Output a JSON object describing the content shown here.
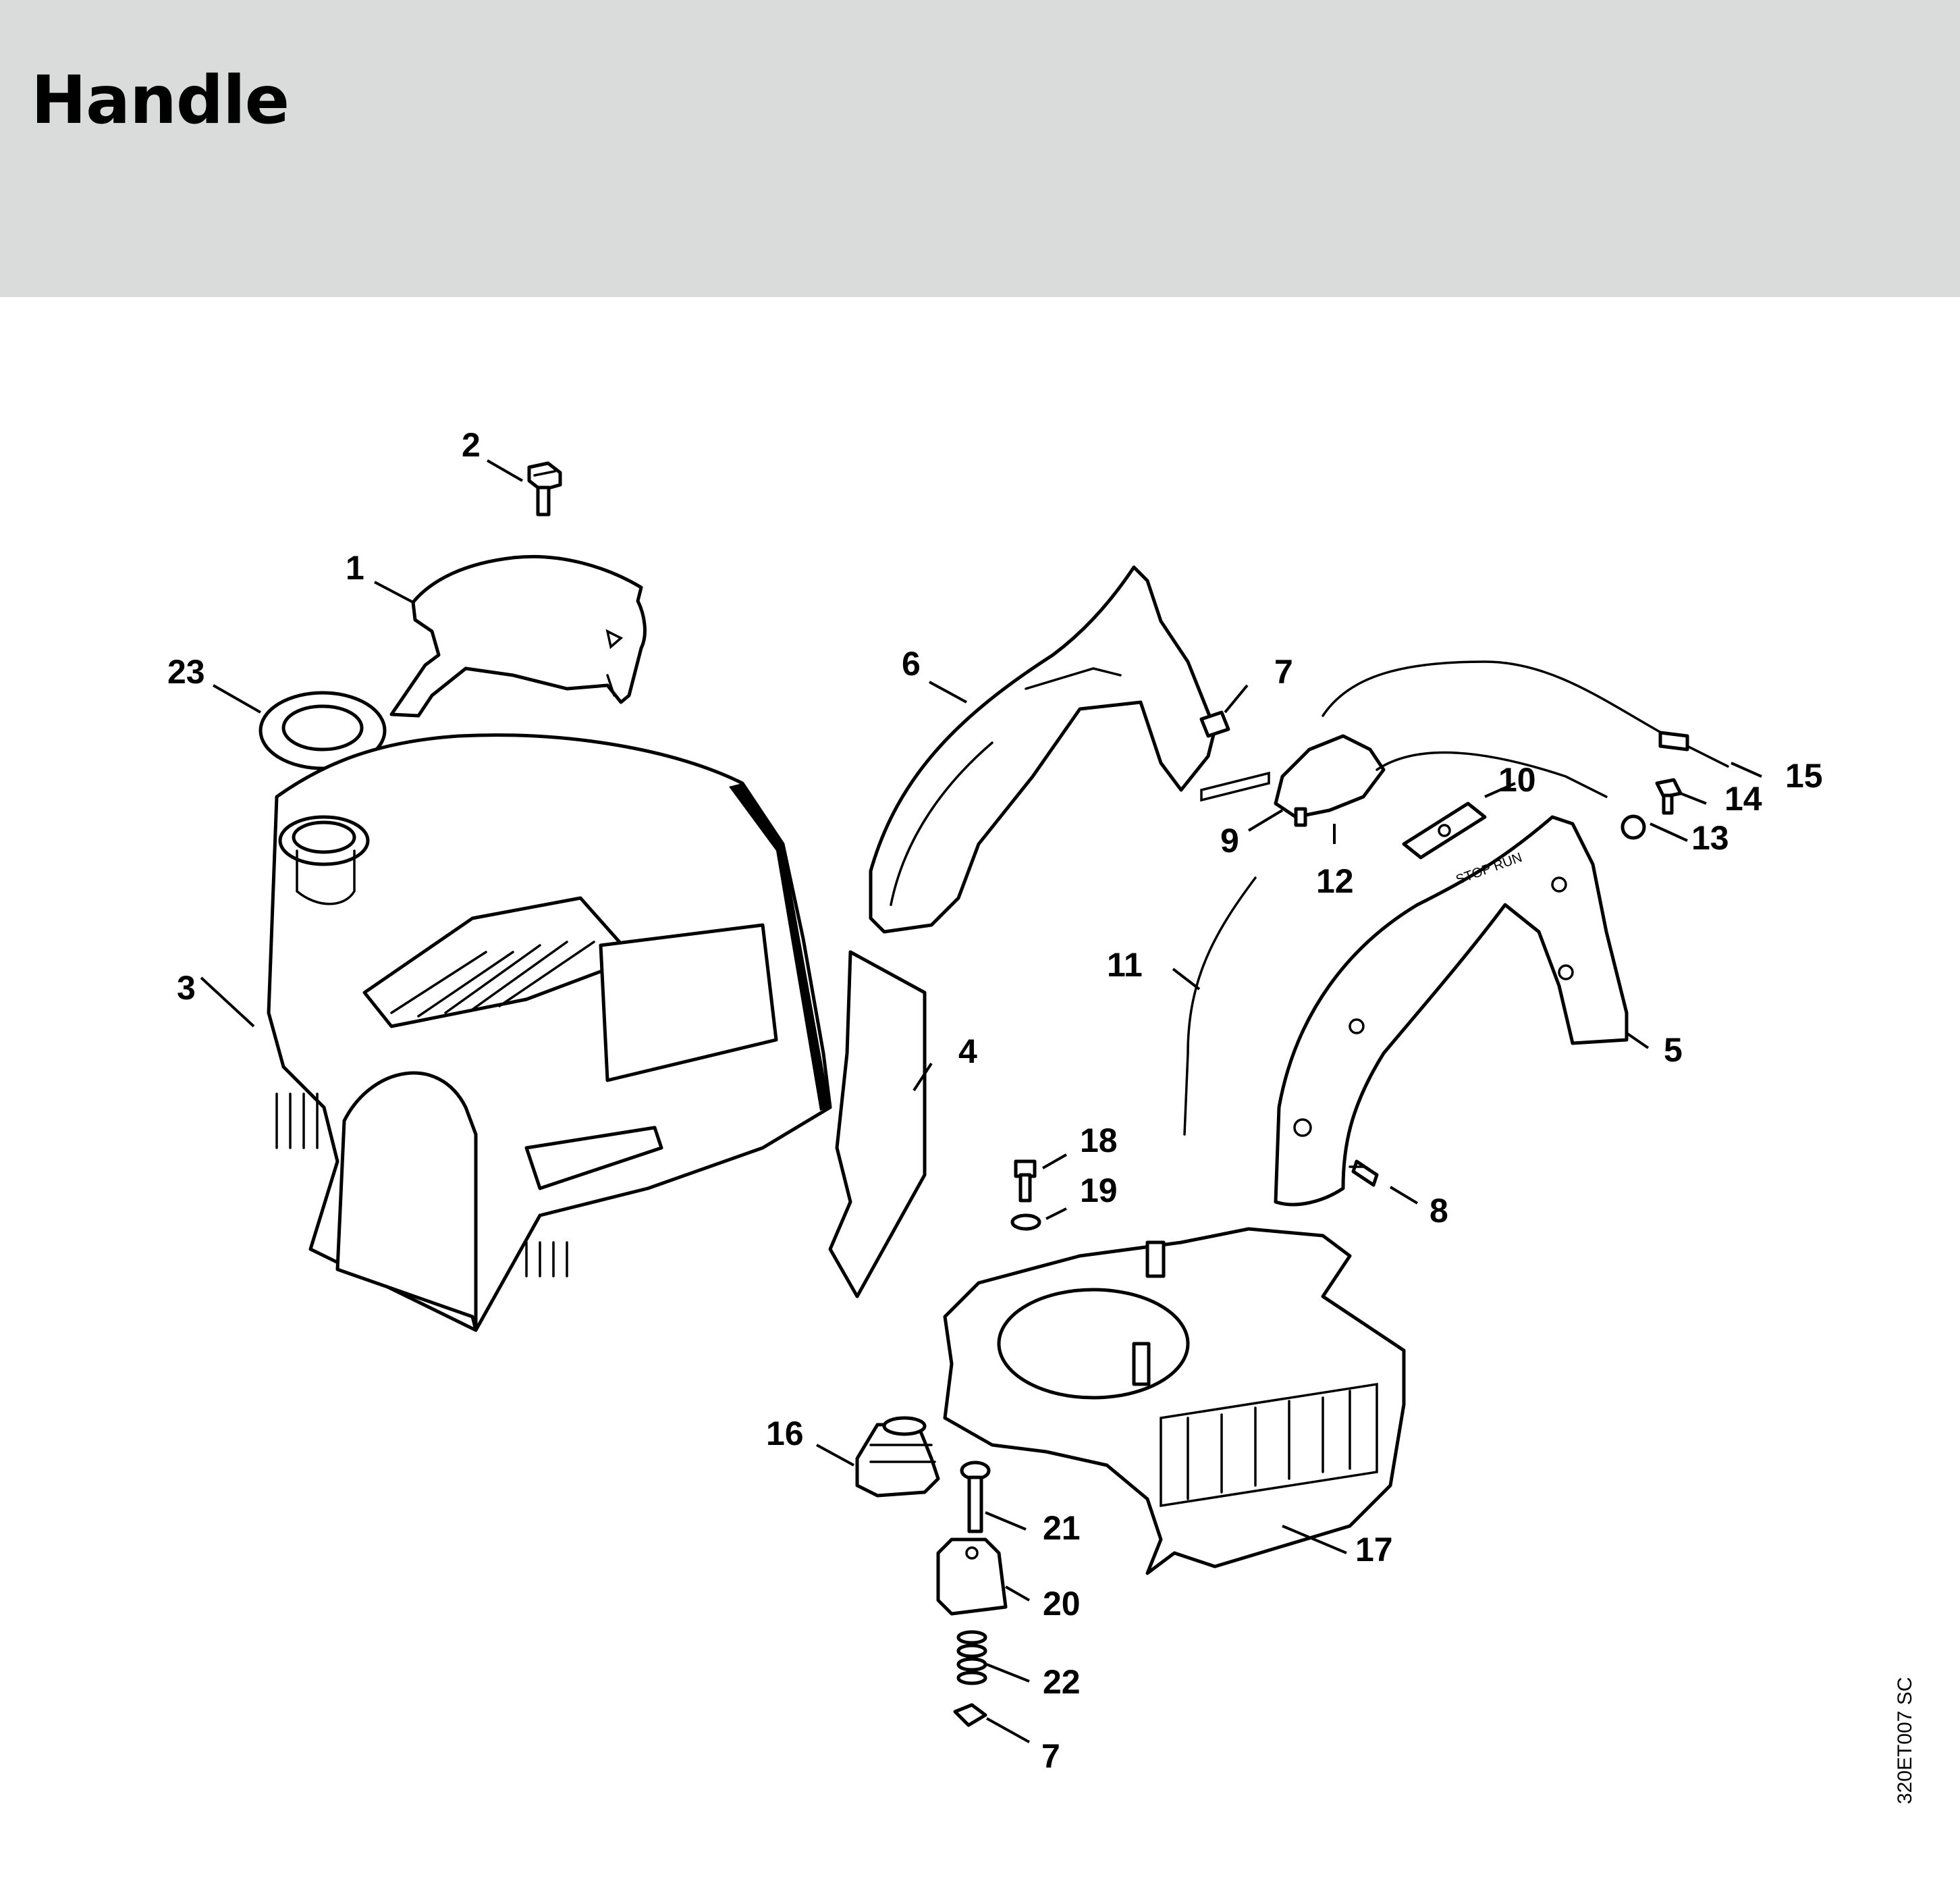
{
  "header": {
    "title": "Handle",
    "background": "#dadcdb"
  },
  "diagram": {
    "drawing_code": "320ET007 SC",
    "switch_label": "STOP RUN",
    "callouts": {
      "c1": "1",
      "c2": "2",
      "c3": "3",
      "c4": "4",
      "c5": "5",
      "c6": "6",
      "c7a": "7",
      "c7b": "7",
      "c8": "8",
      "c9": "9",
      "c10": "10",
      "c11": "11",
      "c12": "12",
      "c13": "13",
      "c14": "14",
      "c15": "15",
      "c16": "16",
      "c17": "17",
      "c18": "18",
      "c19": "19",
      "c20": "20",
      "c21": "21",
      "c22": "22",
      "c23": "23"
    }
  }
}
